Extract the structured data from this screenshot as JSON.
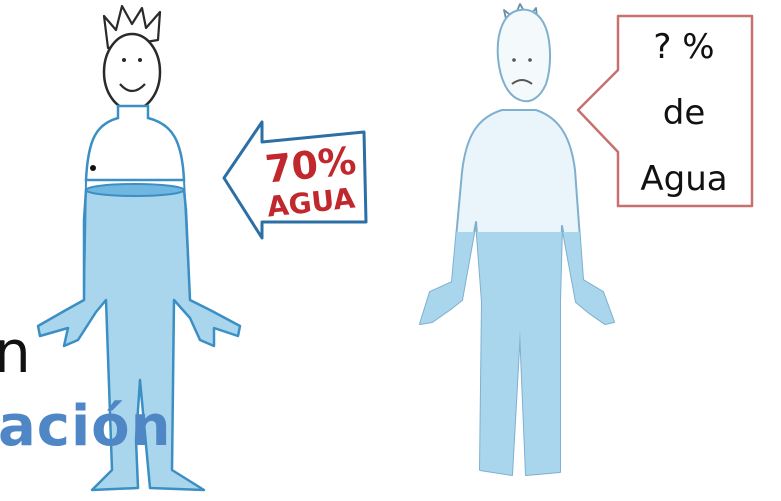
{
  "slide": {
    "partial_text_1": "n",
    "partial_text_2": "ación"
  },
  "hydrated_person": {
    "label_percent": "70%",
    "label_word": "AGUA",
    "water_level": 0.7
  },
  "dehydrated_person": {
    "label_line_1": "? %",
    "label_line_2": "de",
    "label_line_3": "Agua"
  },
  "colors": {
    "water": "#a9d6ec",
    "body_pale": "#eaf4fb",
    "outline": "#3b8fc4",
    "arrow_text_red": "#c0282d",
    "callout_border": "#c77070",
    "slide_accent": "#4f86c6"
  }
}
